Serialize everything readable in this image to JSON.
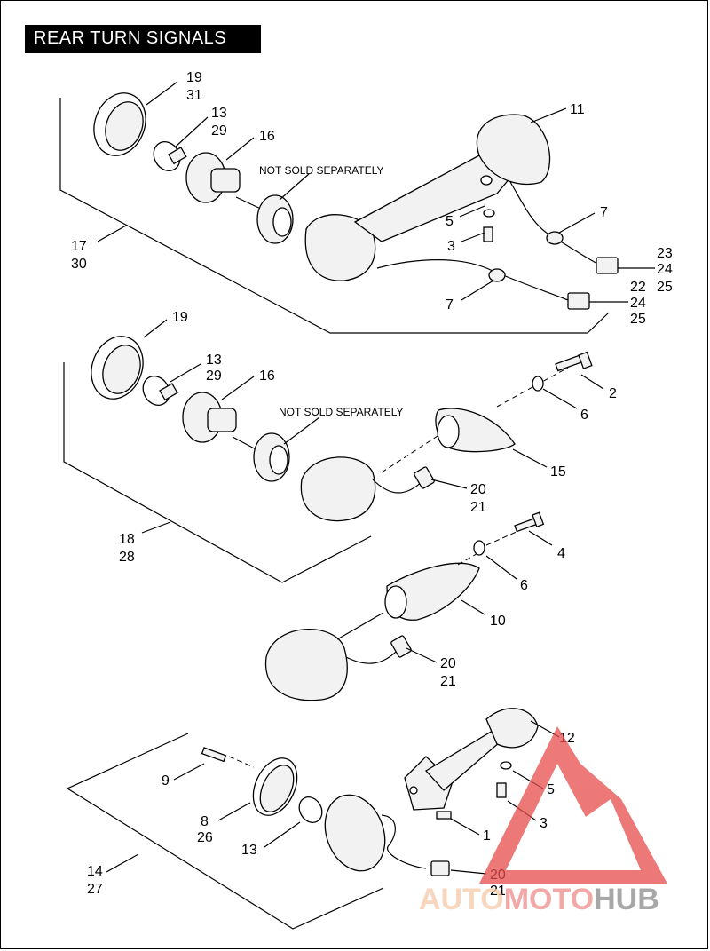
{
  "title": "REAR TURN SIGNALS",
  "notes": {
    "not_sold_1": "NOT SOLD SEPARATELY",
    "not_sold_2": "NOT SOLD SEPARATELY"
  },
  "callouts": {
    "g1_19": "19",
    "g1_31": "31",
    "g1_13": "13",
    "g1_29": "29",
    "g1_16": "16",
    "g1_11": "11",
    "g1_5": "5",
    "g1_3": "3",
    "g1_7a": "7",
    "g1_7b": "7",
    "g1_17": "17",
    "g1_30": "30",
    "g1_23": "23",
    "g1_24a": "24",
    "g1_25a": "25",
    "g1_22": "22",
    "g1_24b": "24",
    "g1_25b": "25",
    "g2_19": "19",
    "g2_13": "13",
    "g2_29": "29",
    "g2_16": "16",
    "g2_2": "2",
    "g2_6": "6",
    "g2_15": "15",
    "g2_20": "20",
    "g2_21": "21",
    "g2_18": "18",
    "g2_28": "28",
    "g3_4": "4",
    "g3_6": "6",
    "g3_10": "10",
    "g3_20": "20",
    "g3_21": "21",
    "g4_12": "12",
    "g4_9": "9",
    "g4_5": "5",
    "g4_3": "3",
    "g4_8": "8",
    "g4_26": "26",
    "g4_13": "13",
    "g4_1": "1",
    "g4_14": "14",
    "g4_27": "27",
    "g4_20": "20",
    "g4_21": "21"
  },
  "watermark": {
    "text_left": "AUTO",
    "text_mid": "MOTO",
    "text_right": "HUB",
    "colors": {
      "auto": "#f5c9a8",
      "moto": "#f08b8b",
      "hub": "#8a8a8a",
      "triangle": "#e84c4c"
    }
  }
}
